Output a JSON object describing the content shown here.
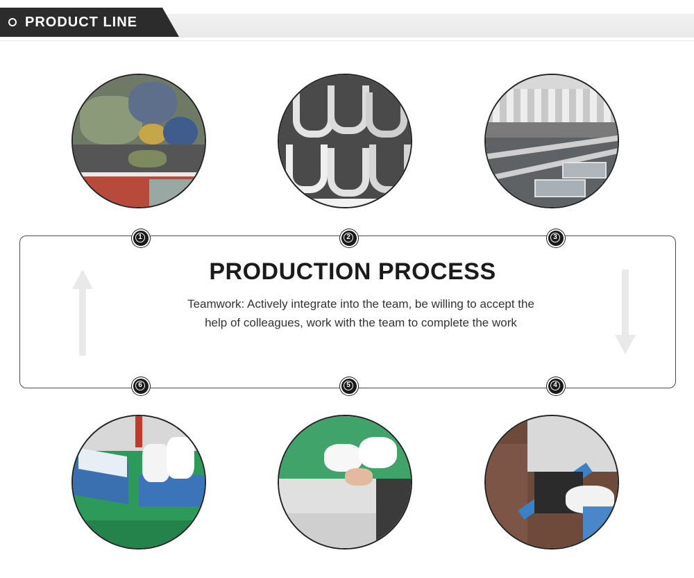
{
  "header": {
    "title": "PRODUCT LINE"
  },
  "process": {
    "title": "PRODUCTION PROCESS",
    "description": "Teamwork: Actively integrate into the team, be willing to accept the help of colleagues, work with the team to complete the work"
  },
  "steps": [
    {
      "number": "1",
      "photo": "material-bags-photo"
    },
    {
      "number": "2",
      "photo": "cut-shoe-parts-photo"
    },
    {
      "number": "3",
      "photo": "factory-conveyor-photo"
    },
    {
      "number": "4",
      "photo": "sewing-machine-photo"
    },
    {
      "number": "5",
      "photo": "shoe-inspection-photo"
    },
    {
      "number": "6",
      "photo": "packaged-shoes-photo"
    }
  ],
  "colors": {
    "header_tab": "#2c2c2c",
    "header_bar": "#eeeeee",
    "text": "#1b1b1b",
    "border": "#4a4a4a"
  }
}
